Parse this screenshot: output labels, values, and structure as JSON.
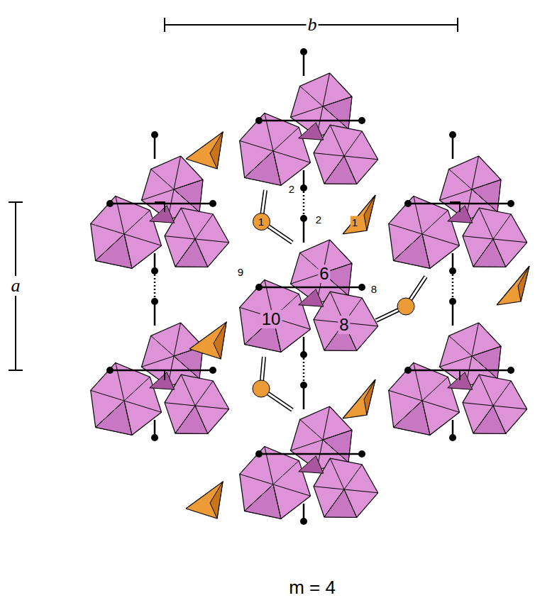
{
  "diagram": {
    "caption": "m = 4",
    "nodes": [
      {
        "text": [
          "1"
        ]
      }
    ],
    "labels": [
      "b",
      "a",
      "2",
      "2",
      "1",
      "9",
      "6",
      "10",
      "8",
      "8"
    ]
  }
}
